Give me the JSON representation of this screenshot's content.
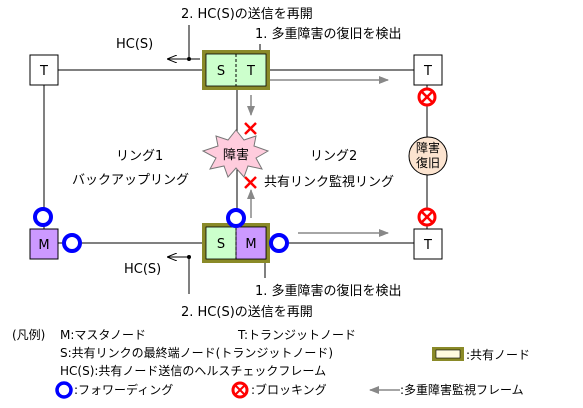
{
  "annotations": {
    "top_step2": "2. HC(S)の送信を再開",
    "top_step1": "1. 多重障害の復旧を検出",
    "bottom_step1": "1. 多重障害の復旧を検出",
    "bottom_step2": "2. HC(S)の送信を再開",
    "hc_top": "HC(S)",
    "hc_bottom": "HC(S)"
  },
  "nodes": {
    "top_left": "T",
    "top_right": "T",
    "bottom_left": "M",
    "bottom_right": "T",
    "shared_top_left": "S",
    "shared_top_right": "T",
    "shared_bottom_left": "S",
    "shared_bottom_right": "M"
  },
  "fault": {
    "label": "障害"
  },
  "recovery": {
    "line1": "障害",
    "line2": "復旧"
  },
  "rings": {
    "ring1_name": "リング1",
    "ring1_role": "バックアップリング",
    "ring2_name": "リング2",
    "ring2_role": "共有リンク監視リング"
  },
  "legend": {
    "title_prefix": "(凡例)",
    "m_def": "M:マスタノード",
    "t_def": "T:トランジットノード",
    "s_def": "S:共有リンクの最終端ノード(トランジットノード)",
    "shared_node": ":共有ノード",
    "hc_def": "HC(S):共有ノード送信のヘルスチェックフレーム",
    "forwarding": ":フォワーディング",
    "blocking": ":ブロッキング",
    "monitor_frame": ":多重障害監視フレーム"
  },
  "colors": {
    "shared_outline": "#8a8a28",
    "shared_fill": "#ccffcc",
    "master_fill": "#cc99ff",
    "forwarding_ring": "#0000ff",
    "blocking_ring": "#ff0000",
    "fault_fill": "#ffccdd",
    "recovery_fill": "#fce4d0",
    "monitor_arrow": "#888888"
  }
}
